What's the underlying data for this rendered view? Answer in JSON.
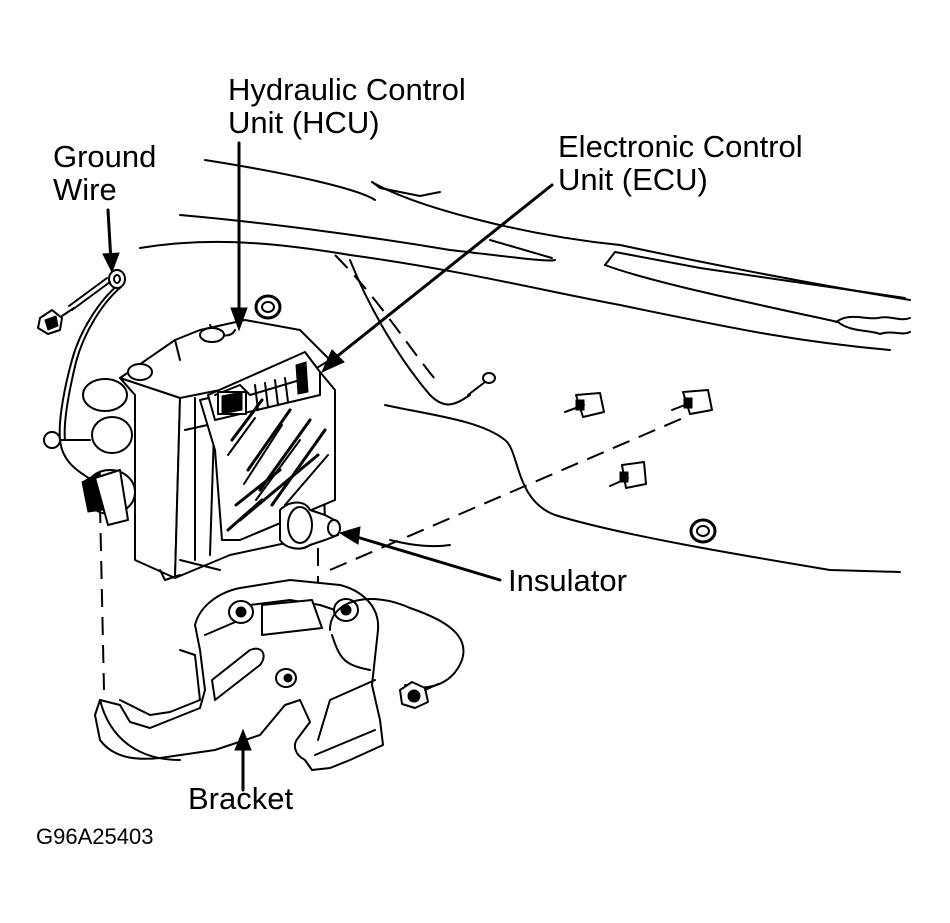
{
  "labels": {
    "hcu": [
      "Hydraulic Control",
      "Unit (HCU)"
    ],
    "ecu": [
      "Electronic Control",
      "Unit (ECU)"
    ],
    "ground_wire": [
      "Ground",
      "Wire"
    ],
    "insulator": "Insulator",
    "bracket": "Bracket"
  },
  "figure_code": "G96A25403",
  "colors": {
    "ink": "#000000",
    "paper": "#ffffff"
  }
}
